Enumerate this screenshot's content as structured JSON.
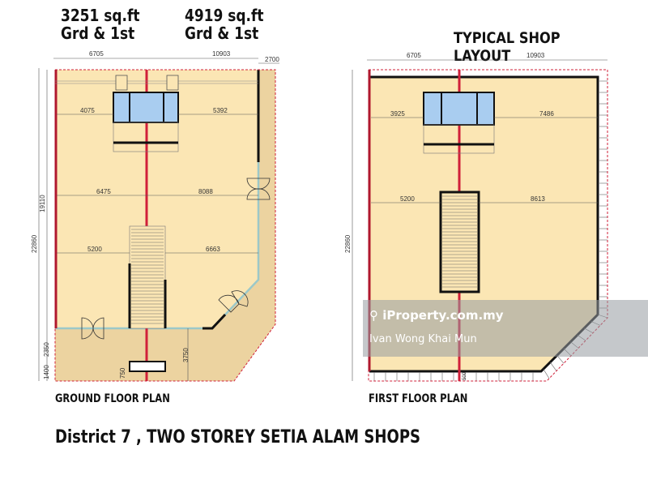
{
  "header": {
    "unit_left": {
      "area": "3251 sq.ft",
      "floors": "Grd & 1st"
    },
    "unit_right": {
      "area": "4919 sq.ft",
      "floors": "Grd & 1st"
    },
    "title": "TYPICAL SHOP LAYOUT"
  },
  "ground_floor": {
    "label": "GROUND FLOOR PLAN",
    "dimensions": {
      "top_left": "6705",
      "top_right": "10903",
      "top_extra": "2700",
      "height_inner": "19110",
      "height_total": "22860",
      "left_lower_1": "2350",
      "left_lower_2": "1400",
      "front_depth": "3750",
      "front_small": "750",
      "row1_left": "4075",
      "row1_right": "5392",
      "row2_left": "6475",
      "row2_right": "8088",
      "row3_left": "5200",
      "row3_right": "6663"
    }
  },
  "first_floor": {
    "label": "FIRST FLOOR PLAN",
    "dimensions": {
      "top_left": "6705",
      "top_right": "10903",
      "height_total": "22860",
      "row1_left": "3925",
      "row1_right": "7486",
      "row2_left": "5200",
      "row2_right": "8613",
      "bottom_small": "500"
    }
  },
  "caption": "District 7 , TWO STOREY SETIA ALAM SHOPS",
  "watermark": {
    "brand": "iProperty.com.my",
    "agent": "Ivan Wong Khai Mun",
    "icon": "location-pin-icon"
  },
  "colors": {
    "floor": "#fbe6b4",
    "outdoor": "#ecd3a0",
    "party_wall": "#d0203a",
    "toilet": "#a9cdf0",
    "glazing": "#9cc8c8"
  }
}
